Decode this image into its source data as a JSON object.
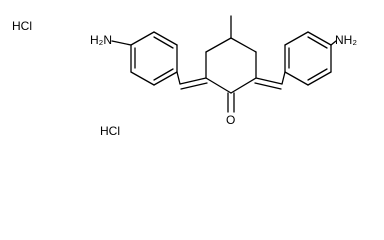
{
  "molecule": {
    "salts": [
      "HCl",
      "HCl"
    ],
    "atom_labels": {
      "amine_left": "H₂N",
      "amine_right": "NH₂",
      "ketone_oxygen": "O"
    },
    "colors": {
      "bond": "#000000",
      "text": "#000000",
      "background": "#ffffff"
    }
  }
}
